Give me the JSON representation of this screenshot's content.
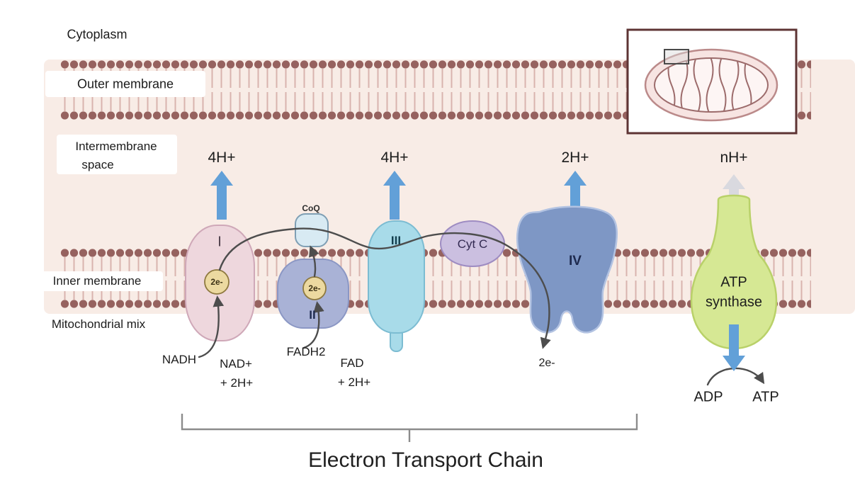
{
  "title": "Electron Transport Chain",
  "region_labels": {
    "cytoplasm": "Cytoplasm",
    "outer_membrane": "Outer membrane",
    "intermembrane_space_line1": "Intermembrane",
    "intermembrane_space_line2": "space",
    "inner_membrane": "Inner membrane",
    "matrix": "Mitochondrial mix"
  },
  "proton_flux": {
    "complex_i": "4H+",
    "complex_iii": "4H+",
    "complex_iv": "2H+",
    "atp_synthase": "nH+"
  },
  "complexes": {
    "complex_i": "I",
    "complex_ii": "II",
    "complex_iii": "III",
    "complex_iv": "IV",
    "coq": "CoQ",
    "cyt_c": "Cyt C",
    "atp_synthase_line1": "ATP",
    "atp_synthase_line2": "synthase"
  },
  "electron_labels": {
    "complex_i": "2e-",
    "complex_ii": "2e-",
    "complex_iv_out": "2e-"
  },
  "metabolites": {
    "nadh": "NADH",
    "nad_plus_line1": "NAD+",
    "nad_plus_line2": "+ 2H+",
    "fadh2": "FADH2",
    "fad_line1": "FAD",
    "fad_line2": "+ 2H+",
    "adp": "ADP",
    "atp": "ATP"
  },
  "colors": {
    "membrane_head": "#96625f",
    "membrane_tail": "#d9b3ae",
    "intermembrane_bg": "#f8ece6",
    "complex_i_fill": "#eed7dd",
    "complex_i_stroke": "#cfa8b8",
    "complex_ii_fill": "#a9b2d6",
    "complex_ii_stroke": "#8b97c4",
    "coq_fill": "#d8eaf3",
    "coq_stroke": "#7f9fb4",
    "complex_iii_fill": "#a8dbe9",
    "complex_iii_stroke": "#7cbcd2",
    "cyt_c_fill": "#cbbfe0",
    "cyt_c_stroke": "#9e8cc2",
    "complex_iv_fill": "#7e97c5",
    "complex_iv_stroke": "#b3c3e2",
    "atp_synthase_fill": "#d6e894",
    "atp_synthase_stroke": "#b9d169",
    "electron_circle_fill": "#ecd9a0",
    "electron_circle_stroke": "#8e793f",
    "proton_arrow": "#62a0d8",
    "faint_arrow": "#b4c4d6",
    "electron_path": "#4d4d4d",
    "bracket": "#8c8c8c",
    "inset_border": "#5e3434",
    "mito_outer_fill": "#f7e4e2",
    "mito_outer_stroke": "#bb8a8a",
    "mito_inner_stroke": "#9c6b6b"
  }
}
